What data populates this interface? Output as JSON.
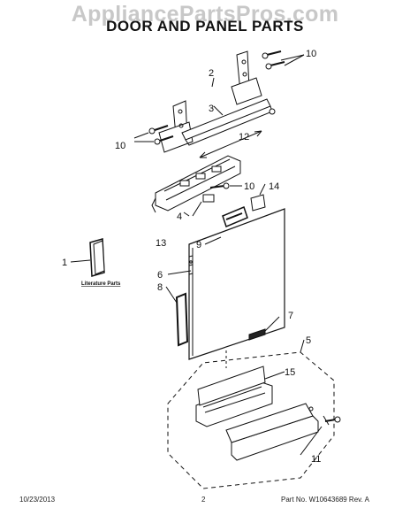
{
  "watermark": "AppliancePartsPros.com",
  "title": "DOOR AND PANEL PARTS",
  "literature_label": "Literature Parts",
  "callouts": {
    "c1": "1",
    "c2": "2",
    "c3": "3",
    "c4": "4",
    "c5": "5",
    "c6": "6",
    "c7": "7",
    "c8": "8",
    "c9": "9",
    "c10a": "10",
    "c10b": "10",
    "c10c": "10",
    "c11": "11",
    "c12": "12",
    "c13": "13",
    "c14": "14",
    "c15": "15"
  },
  "footer": {
    "date": "10/23/2013",
    "page": "2",
    "part_no": "Part No. W10643689  Rev. A"
  },
  "colors": {
    "line": "#111111",
    "panel": "#ffffff",
    "dark": "#222222"
  }
}
